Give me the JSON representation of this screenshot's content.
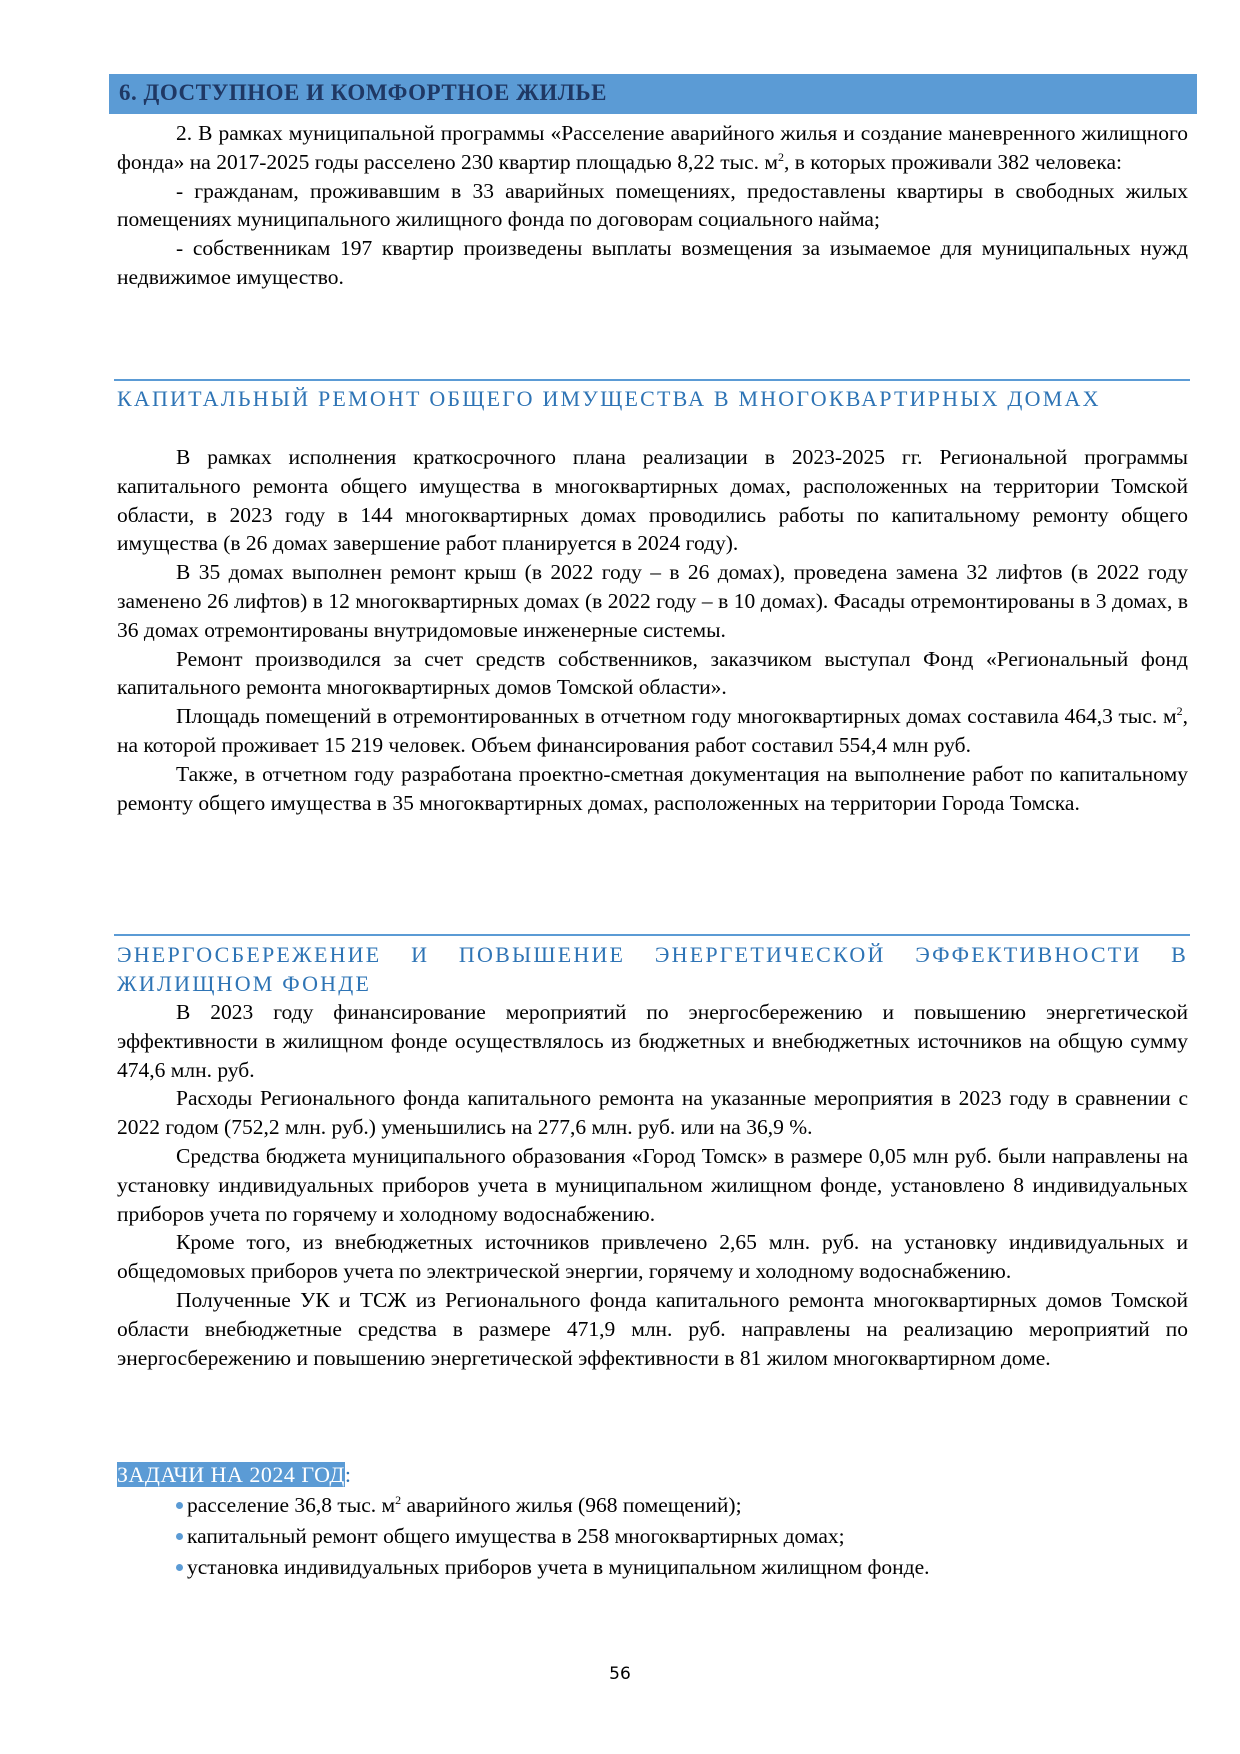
{
  "section_title": "6. ДОСТУПНОЕ И КОМФОРТНОЕ ЖИЛЬЕ",
  "intro": {
    "p1": "2. В рамках муниципальной программы «Расселение аварийного жилья и создание маневренного жилищного фонда» на 2017-2025 годы расселено 230 квартир площадью 8,22 тыс. м",
    "p1_sup": "2",
    "p1_end": ", в которых проживали 382 человека:",
    "p2": "- гражданам, проживавшим в 33 аварийных помещениях, предоставлены квартиры в свободных жилых помещениях муниципального жилищного фонда по договорам социального найма;",
    "p3": "- собственникам 197 квартир произведены выплаты возмещения за изымаемое для муниципальных нужд недвижимое имущество."
  },
  "capital_repair": {
    "heading": "КАПИТАЛЬНЫЙ РЕМОНТ ОБЩЕГО ИМУЩЕСТВА В МНОГОКВАРТИРНЫХ ДОМАХ",
    "p1": "В рамках исполнения краткосрочного плана реализации в 2023-2025 гг. Региональной программы капитального ремонта общего имущества в многоквартирных домах, расположенных на территории Томской области, в 2023 году в 144 многоквартирных домах проводились работы по капитальному ремонту общего имущества (в 26 домах завершение работ планируется в 2024 году).",
    "p2": "В 35 домах выполнен ремонт крыш (в 2022 году – в 26 домах), проведена замена 32 лифтов (в 2022 году заменено 26 лифтов) в 12 многоквартирных домах (в 2022 году – в 10 домах). Фасады отремонтированы в 3 домах, в 36 домах отремонтированы внутридомовые инженерные системы.",
    "p3": "Ремонт производился за счет средств собственников, заказчиком выступал Фонд «Региональный фонд капитального ремонта многоквартирных домов Томской области».",
    "p4": "Площадь помещений в отремонтированных в отчетном году многоквартирных домах составила 464,3 тыс. м",
    "p4_sup": "2",
    "p4_end": ", на которой проживает 15 219 человек. Объем финансирования работ составил 554,4 млн руб.",
    "p5": "Также, в отчетном году разработана проектно-сметная документация на выполнение работ по капитальному ремонту общего имущества в 35 многоквартирных домах, расположенных на территории Города Томска."
  },
  "energy": {
    "heading": "ЭНЕРГОСБЕРЕЖЕНИЕ И ПОВЫШЕНИЕ ЭНЕРГЕТИЧЕСКОЙ ЭФФЕКТИВНОСТИ В ЖИЛИЩНОМ ФОНДЕ",
    "p1": "В 2023 году финансирование мероприятий по энергосбережению и повышению энергетической эффективности в жилищном фонде осуществлялось из бюджетных и внебюджетных источников на общую сумму 474,6 млн. руб.",
    "p2": "Расходы Регионального фонда капитального ремонта на указанные мероприятия в 2023 году в сравнении с 2022 годом (752,2 млн. руб.) уменьшились на 277,6 млн. руб. или на 36,9 %.",
    "p3": "Средства бюджета муниципального образования «Город Томск» в размере 0,05 млн руб. были направлены на установку индивидуальных приборов учета в муниципальном жилищном фонде, установлено 8 индивидуальных приборов учета по горячему и холодному водоснабжению.",
    "p4": "Кроме того, из внебюджетных источников привлечено 2,65 млн. руб. на установку индивидуальных и общедомовых приборов учета по электрической энергии, горячему и холодному водоснабжению.",
    "p5": "Полученные УК и ТСЖ из Регионального фонда капитального ремонта многоквартирных домов Томской области внебюджетные средства в размере 471,9 млн. руб. направлены на реализацию мероприятий по энергосбережению и повышению энергетической эффективности в 81 жилом многоквартирном доме."
  },
  "tasks": {
    "heading": "ЗАДАЧИ НА 2024 ГОД",
    "colon": ":",
    "items": [
      {
        "text": "расселение 36,8 тыс. м",
        "sup": "2",
        "end": " аварийного жилья (968 помещений);"
      },
      {
        "text": "капитальный ремонт общего имущества в 258 многоквартирных домах;"
      },
      {
        "text": "установка индивидуальных приборов учета в муниципальном жилищном фонде."
      }
    ]
  },
  "page_number": "56",
  "colors": {
    "band": "#5b9bd5",
    "heading": "#2e74b5",
    "band_text": "#1f3864"
  }
}
